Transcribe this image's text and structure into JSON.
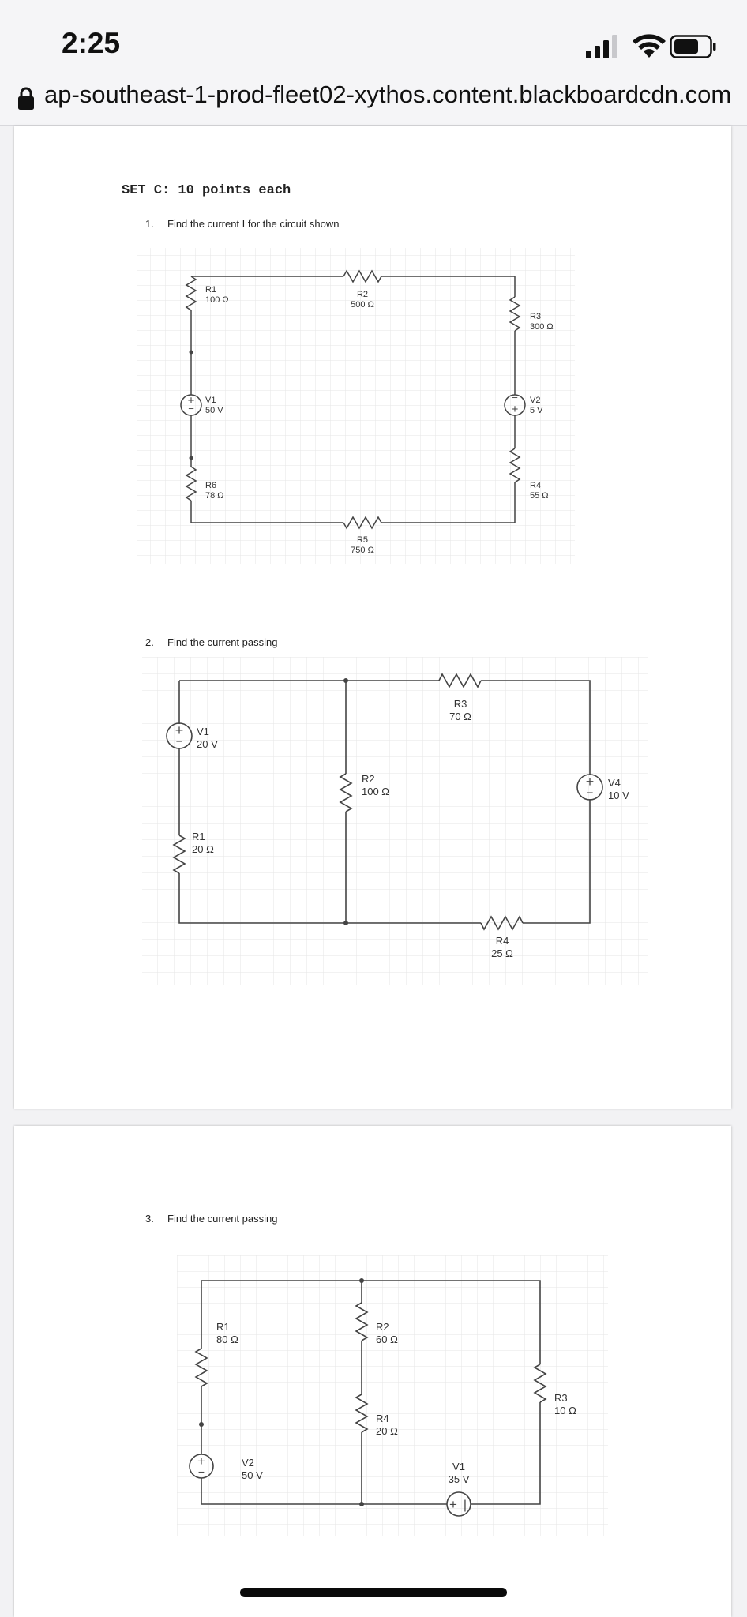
{
  "status_bar": {
    "time": "2:25"
  },
  "browser": {
    "url": "ap-southeast-1-prod-fleet02-xythos.content.blackboardcdn.com"
  },
  "document": {
    "heading": "SET C: 10 points each",
    "questions": [
      {
        "number": "1.",
        "text": "Find the current I for the circuit shown"
      },
      {
        "number": "2.",
        "text": "Find the current passing"
      },
      {
        "number": "3.",
        "text": "Find the current passing"
      }
    ],
    "circuit1": {
      "R1": {
        "name": "R1",
        "value": "100 Ω"
      },
      "R2": {
        "name": "R2",
        "value": "500 Ω"
      },
      "R3": {
        "name": "R3",
        "value": "300 Ω"
      },
      "V1": {
        "name": "V1",
        "value": "50 V"
      },
      "V2": {
        "name": "V2",
        "value": "5 V"
      },
      "R6": {
        "name": "R6",
        "value": "78 Ω"
      },
      "R4": {
        "name": "R4",
        "value": "55 Ω"
      },
      "R5": {
        "name": "R5",
        "value": "750 Ω"
      }
    },
    "circuit2": {
      "R3": {
        "name": "R3",
        "value": "70 Ω"
      },
      "V1": {
        "name": "V1",
        "value": "20 V"
      },
      "R2": {
        "name": "R2",
        "value": "100 Ω"
      },
      "V4": {
        "name": "V4",
        "value": "10 V"
      },
      "R1": {
        "name": "R1",
        "value": "20 Ω"
      },
      "R4": {
        "name": "R4",
        "value": "25 Ω"
      }
    },
    "circuit3": {
      "R1": {
        "name": "R1",
        "value": "80 Ω"
      },
      "R2": {
        "name": "R2",
        "value": "60 Ω"
      },
      "R3": {
        "name": "R3",
        "value": "10 Ω"
      },
      "R4": {
        "name": "R4",
        "value": "20 Ω"
      },
      "V2": {
        "name": "V2",
        "value": "50 V"
      },
      "V1": {
        "name": "V1",
        "value": "35 V"
      }
    }
  }
}
